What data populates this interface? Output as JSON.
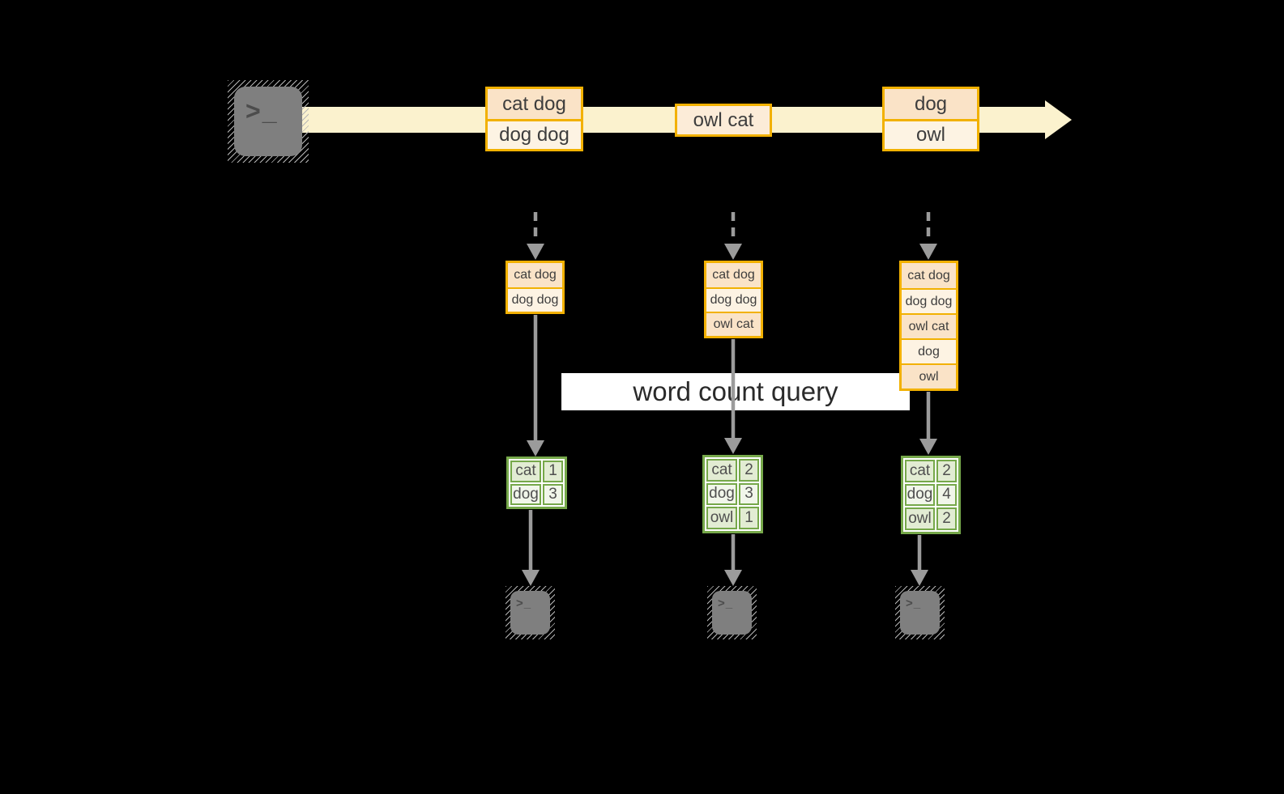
{
  "query": {
    "label": "word count query"
  },
  "stream": {
    "events": [
      {
        "lines": [
          "cat dog",
          "dog dog"
        ]
      },
      {
        "lines": [
          "owl cat"
        ]
      },
      {
        "lines": [
          "dog",
          "owl"
        ]
      }
    ]
  },
  "pipelines": [
    {
      "buffer": [
        "cat dog",
        "dog dog"
      ],
      "counts": [
        {
          "word": "cat",
          "value": "1"
        },
        {
          "word": "dog",
          "value": "3"
        }
      ]
    },
    {
      "buffer": [
        "cat dog",
        "dog dog",
        "owl cat"
      ],
      "counts": [
        {
          "word": "cat",
          "value": "2"
        },
        {
          "word": "dog",
          "value": "3"
        },
        {
          "word": "owl",
          "value": "1"
        }
      ]
    },
    {
      "buffer": [
        "cat dog",
        "dog dog",
        "owl cat",
        "dog",
        "owl"
      ],
      "counts": [
        {
          "word": "cat",
          "value": "2"
        },
        {
          "word": "dog",
          "value": "4"
        },
        {
          "word": "owl",
          "value": "2"
        }
      ]
    }
  ],
  "icons": {
    "terminal_prompt": ">_"
  },
  "colors": {
    "background": "#000000",
    "accent_orange": "#f2b101",
    "peach_fill": "#fae3c7",
    "cream_fill": "#fdf3e3",
    "stream_band": "#fbf2ce",
    "green_border": "#76a84a",
    "green_cell": "#e2ecd3",
    "green_cell_light": "#f1f6ea",
    "arrow_gray": "#9b9b9b",
    "terminal_gray": "#7f7f7f",
    "query_bg": "#ffffff"
  }
}
